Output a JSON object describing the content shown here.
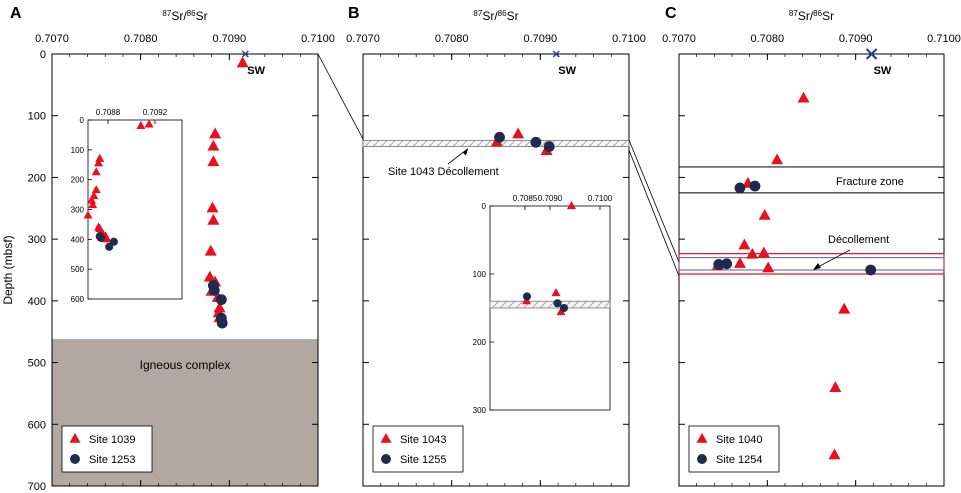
{
  "xlabel": "87Sr/86Sr",
  "ylabel": "Depth (mbsf)",
  "colors": {
    "triangle": "#e8101e",
    "circle": "#1f2a4e",
    "seawater": "#1f3f8f",
    "igneous": "#b3a7a2",
    "decollement_box": "#e0101e"
  },
  "chart_data": [
    {
      "panel": "A",
      "type": "scatter",
      "xlim": [
        0.707,
        0.71
      ],
      "ylim": [
        700,
        0
      ],
      "xticks": [
        "0.7070",
        "0.7080",
        "0.7090",
        "0.7100"
      ],
      "yticks": [
        "0",
        "100",
        "200",
        "300",
        "400",
        "500",
        "600",
        "700"
      ],
      "seawater": {
        "label": "SW",
        "x": 0.70918,
        "y": 0
      },
      "region": {
        "label": "Igneous complex",
        "y_top": 462,
        "y_bottom": 700
      },
      "series": [
        {
          "name": "Site 1039",
          "marker": "triangle",
          "points": [
            [
              0.70915,
              15
            ],
            [
              0.70884,
              130
            ],
            [
              0.70882,
              150
            ],
            [
              0.70882,
              175
            ],
            [
              0.70881,
              250
            ],
            [
              0.70882,
              270
            ],
            [
              0.70879,
              320
            ],
            [
              0.70878,
              362
            ],
            [
              0.70884,
              370
            ],
            [
              0.7088,
              385
            ],
            [
              0.70887,
              395
            ],
            [
              0.70889,
              412
            ],
            [
              0.70888,
              420
            ],
            [
              0.70889,
              428
            ]
          ]
        },
        {
          "name": "Site 1253",
          "marker": "circle",
          "points": [
            [
              0.70882,
              375
            ],
            [
              0.70883,
              383
            ],
            [
              0.70891,
              398
            ],
            [
              0.70891,
              428
            ],
            [
              0.70892,
              436
            ]
          ]
        }
      ],
      "inset": {
        "xlim": [
          0.70863,
          0.70943
        ],
        "ylim": [
          600,
          0
        ],
        "xticks": [
          "0.7088",
          "0.7092"
        ],
        "yticks": [
          "0",
          "100",
          "200",
          "300",
          "400",
          "500",
          "600"
        ],
        "series": [
          {
            "name": "Site 1039",
            "marker": "triangle",
            "points": [
              [
                0.70915,
                15
              ],
              [
                0.70908,
                20
              ],
              [
                0.70873,
                130
              ],
              [
                0.70872,
                145
              ],
              [
                0.7087,
                175
              ],
              [
                0.7087,
                235
              ],
              [
                0.70868,
                255
              ],
              [
                0.70866,
                270
              ],
              [
                0.70867,
                285
              ],
              [
                0.70863,
                320
              ],
              [
                0.70872,
                360
              ],
              [
                0.70873,
                365
              ],
              [
                0.70874,
                375
              ],
              [
                0.70876,
                385
              ],
              [
                0.70878,
                390
              ],
              [
                0.70878,
                398
              ],
              [
                0.70879,
                400
              ]
            ]
          },
          {
            "name": "Site 1253",
            "marker": "circle",
            "points": [
              [
                0.70873,
                390
              ],
              [
                0.70874,
                395
              ],
              [
                0.70885,
                408
              ],
              [
                0.70881,
                425
              ]
            ]
          }
        ]
      },
      "legend": [
        "Site 1039",
        "Site 1253"
      ]
    },
    {
      "panel": "B",
      "type": "scatter",
      "xlim": [
        0.707,
        0.71
      ],
      "ylim": [
        700,
        0
      ],
      "xticks": [
        "0.7070",
        "0.7080",
        "0.7090",
        "0.7100"
      ],
      "seawater": {
        "label": "SW",
        "x": 0.70918,
        "y": 0
      },
      "decollement": {
        "label": "Site 1043 Décollement",
        "y_top": 140,
        "y_bottom": 150
      },
      "series": [
        {
          "name": "Site 1043",
          "marker": "triangle",
          "points": [
            [
              0.70851,
              143
            ],
            [
              0.70875,
              130
            ],
            [
              0.70907,
              157
            ]
          ]
        },
        {
          "name": "Site 1255",
          "marker": "circle",
          "points": [
            [
              0.70854,
              135
            ],
            [
              0.70895,
              143
            ],
            [
              0.7091,
              150
            ]
          ]
        }
      ],
      "inset": {
        "xlim": [
          0.7078,
          0.7102
        ],
        "ylim": [
          300,
          0
        ],
        "xticks": [
          "0.7085",
          "0.7090",
          "0.7100"
        ],
        "yticks": [
          "0",
          "100",
          "200",
          "300"
        ],
        "decollement": {
          "y_top": 140,
          "y_bottom": 150
        },
        "series": [
          {
            "name": "Site 1043",
            "marker": "triangle",
            "points": [
              [
                0.70943,
                0
              ],
              [
                0.70912,
                128
              ],
              [
                0.70853,
                140
              ],
              [
                0.70922,
                156
              ]
            ]
          },
          {
            "name": "Site 1255",
            "marker": "circle",
            "points": [
              [
                0.70854,
                133
              ],
              [
                0.70915,
                143
              ],
              [
                0.70928,
                150
              ]
            ]
          }
        ]
      },
      "legend": [
        "Site 1043",
        "Site 1255"
      ]
    },
    {
      "panel": "C",
      "type": "scatter",
      "xlim": [
        0.707,
        0.71
      ],
      "ylim": [
        700,
        0
      ],
      "xticks": [
        "0.7070",
        "0.7080",
        "0.7090",
        "0.7100"
      ],
      "seawater": {
        "label": "SW",
        "x": 0.70918,
        "y": 0
      },
      "zones": [
        {
          "label": "Fracture zone",
          "y_top": 183,
          "y_bottom": 225
        },
        {
          "label": "Décollement",
          "y_top": 330,
          "y_bottom": 350
        }
      ],
      "series": [
        {
          "name": "Site 1040",
          "marker": "triangle",
          "points": [
            [
              0.70841,
              72
            ],
            [
              0.70811,
              172
            ],
            [
              0.70778,
              210
            ],
            [
              0.70797,
              262
            ],
            [
              0.70774,
              310
            ],
            [
              0.70783,
              325
            ],
            [
              0.70796,
              323
            ],
            [
              0.70769,
              340
            ],
            [
              0.70744,
              343
            ],
            [
              0.70801,
              347
            ],
            [
              0.70887,
              414
            ],
            [
              0.70877,
              541
            ],
            [
              0.70876,
              650
            ]
          ]
        },
        {
          "name": "Site 1254",
          "marker": "circle",
          "points": [
            [
              0.70786,
              214
            ],
            [
              0.70769,
              217
            ],
            [
              0.70754,
              340
            ],
            [
              0.70745,
              341
            ],
            [
              0.70917,
              350
            ]
          ]
        }
      ],
      "legend": [
        "Site 1040",
        "Site 1254"
      ]
    }
  ]
}
